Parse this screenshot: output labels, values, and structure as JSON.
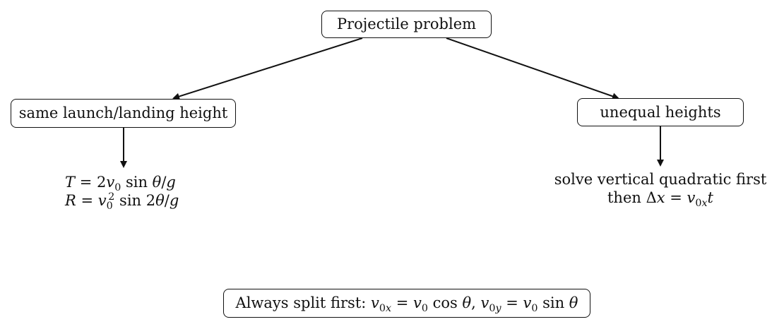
{
  "nodes": {
    "root": {
      "label": "Projectile problem"
    },
    "left": {
      "label": "same launch/landing height"
    },
    "right": {
      "label": "unequal heights"
    },
    "footer": {
      "prefix": "Always split first: "
    }
  },
  "left_formulas": {
    "T": "T",
    "T_expr": " = 2v₀ sin θ/g",
    "R": "R",
    "R_expr": " = v₀² sin 2θ/g"
  },
  "right_note": {
    "line1": "solve vertical quadratic first",
    "line2_prefix": "then "
  },
  "colors": {
    "stroke": "#111111",
    "background": "#ffffff"
  }
}
